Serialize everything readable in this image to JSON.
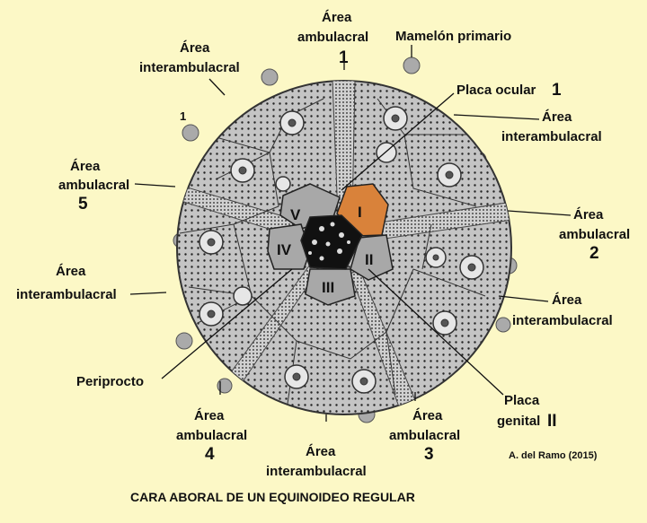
{
  "title": "CARA ABORAL  DE UN EQUINOIDEO REGULAR",
  "credit": "A. del Ramo (2015)",
  "colors": {
    "background": "#fcf8c6",
    "ocular_plate_highlight": "#d9823a",
    "test": "#b8b8b8"
  },
  "labels": {
    "amb1": {
      "line1": "Área",
      "line2": "ambulacral",
      "num": "1"
    },
    "mamelon": "Mamelón primario",
    "inter_top_left": {
      "line1": "Área",
      "line2": "interambulacral"
    },
    "small_one": "1",
    "placa_ocular": {
      "text": "Placa ocular",
      "num": "1"
    },
    "inter_top_right": {
      "line1": "Área",
      "line2": "interambulacral"
    },
    "amb5": {
      "line1": "Área",
      "line2": "ambulacral",
      "num": "5"
    },
    "amb2": {
      "line1": "Área",
      "line2": "ambulacral",
      "num": "2"
    },
    "inter_left": {
      "line1": "Área",
      "line2": "interambulacral"
    },
    "inter_right": {
      "line1": "Área",
      "line2": "interambulacral"
    },
    "periprocto": "Periprocto",
    "placa_genital": {
      "line1": "Placa",
      "line2": "genital",
      "num": "II"
    },
    "amb4": {
      "line1": "Área",
      "line2": "ambulacral",
      "num": "4"
    },
    "amb3": {
      "line1": "Área",
      "line2": "ambulacral",
      "num": "3"
    },
    "inter_bottom": {
      "line1": "Área",
      "line2": "interambulacral"
    }
  },
  "plates": {
    "genital": [
      "I",
      "II",
      "III",
      "IV",
      "V"
    ]
  }
}
